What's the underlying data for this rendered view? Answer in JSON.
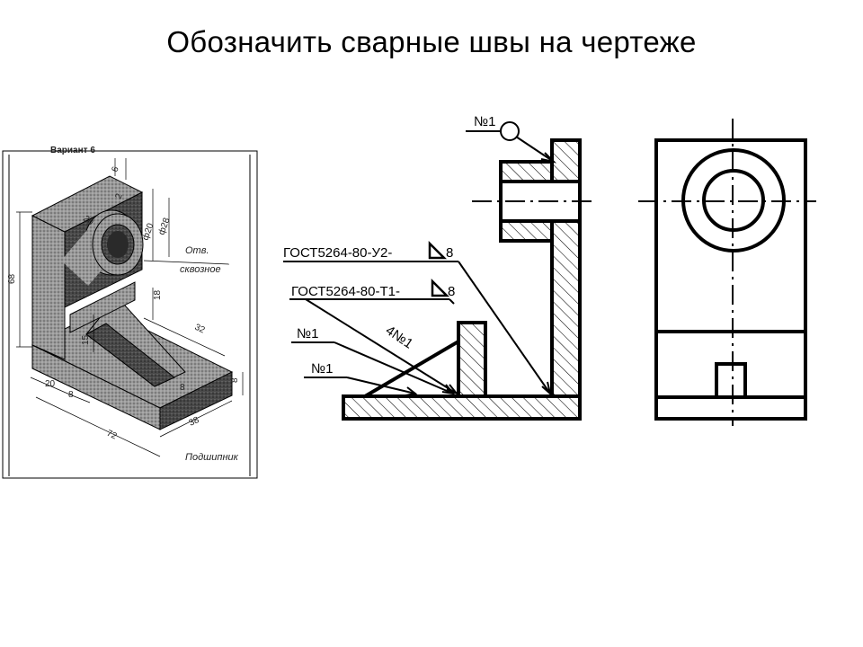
{
  "title": "Обозначить сварные швы на чертеже",
  "isometric_sketch": {
    "header": "Вариант 6",
    "dims": [
      "6",
      "2",
      "20",
      "ф20",
      "ф28",
      "68",
      "18",
      "32",
      "15",
      "20",
      "8",
      "8",
      "72",
      "38",
      "8"
    ],
    "hole_note_line1": "Отв.",
    "hole_note_line2": "сквозное",
    "part_name": "Подшипник"
  },
  "annotations": {
    "no1_top": "№1",
    "gost_u2_text": "ГОСТ5264-80-У2-",
    "gost_u2_leg": "8",
    "gost_t1_text": "ГОСТ5264-80-Т1-",
    "gost_t1_leg": "8",
    "no1_mid": "№1",
    "no1_low": "№1",
    "four_no1": "4№1"
  },
  "colors": {
    "line": "#000000",
    "sketch_shade": "#8a8a8a",
    "sketch_dark": "#3c3c3c"
  }
}
